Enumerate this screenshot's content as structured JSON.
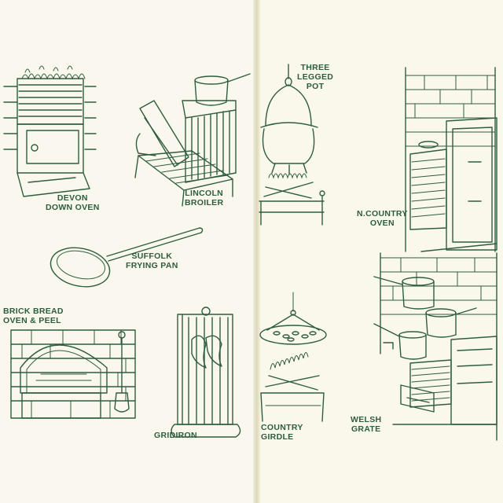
{
  "labels": {
    "devon": [
      "DEVON",
      "DOWN OVEN"
    ],
    "lincoln": [
      "LINCOLN",
      "BROILER"
    ],
    "suffolk": [
      "SUFFOLK",
      "FRYING PAN"
    ],
    "brick": [
      "BRICK BREAD",
      "OVEN & PEEL"
    ],
    "gridiron": [
      "GRIDIRON"
    ],
    "threelegged": [
      "THREE",
      "LEGGED",
      "POT"
    ],
    "ncountry": [
      "N.COUNTRY",
      "OVEN"
    ],
    "girdle": [
      "COUNTRY",
      "GIRDLE"
    ],
    "welsh": [
      "WELSH",
      "GRATE"
    ]
  },
  "colors": {
    "ink": "#2f5d3f",
    "paper_left": "#f9f7ee",
    "paper_right": "#faf8ea"
  }
}
